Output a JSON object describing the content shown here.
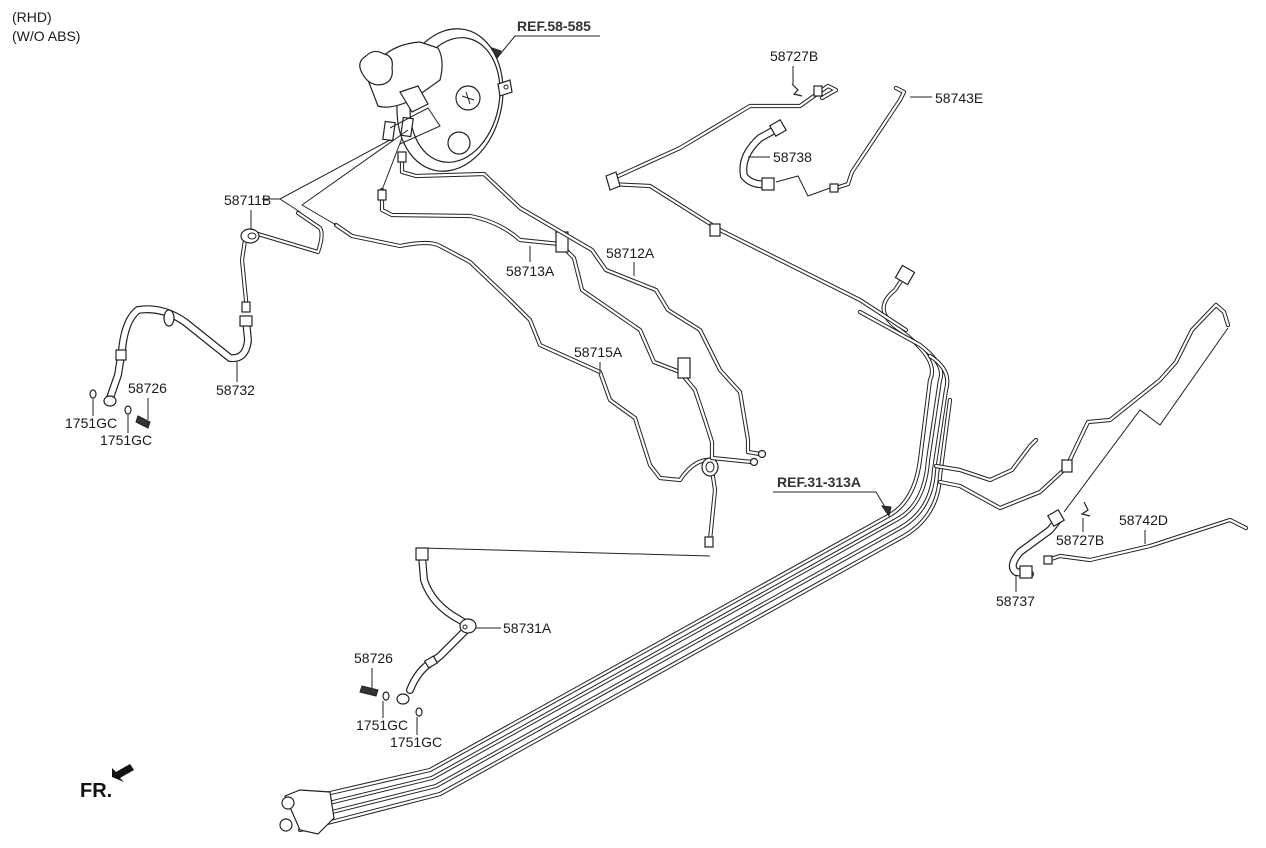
{
  "header_notes": [
    "(RHD)",
    "(W/O ABS)"
  ],
  "references": {
    "booster": "REF.58-585",
    "fuel_line": "REF.31-313A"
  },
  "direction_indicator": {
    "label": "FR.",
    "icon": "front-arrow-icon"
  },
  "parts": [
    {
      "id": "58711B",
      "label": "58711B",
      "description": "brake tube"
    },
    {
      "id": "58712A",
      "label": "58712A",
      "description": "brake tube"
    },
    {
      "id": "58713A",
      "label": "58713A",
      "description": "brake tube"
    },
    {
      "id": "58715A",
      "label": "58715A",
      "description": "brake tube"
    },
    {
      "id": "58732",
      "label": "58732",
      "description": "front brake hose"
    },
    {
      "id": "58731A",
      "label": "58731A",
      "description": "front brake hose"
    },
    {
      "id": "58726_a",
      "label": "58726",
      "description": "banjo bolt"
    },
    {
      "id": "58726_b",
      "label": "58726",
      "description": "banjo bolt"
    },
    {
      "id": "1751GC_a",
      "label": "1751GC",
      "description": "gasket"
    },
    {
      "id": "1751GC_b",
      "label": "1751GC",
      "description": "gasket"
    },
    {
      "id": "1751GC_c",
      "label": "1751GC",
      "description": "gasket"
    },
    {
      "id": "1751GC_d",
      "label": "1751GC",
      "description": "gasket"
    },
    {
      "id": "58727B_a",
      "label": "58727B",
      "description": "clip"
    },
    {
      "id": "58727B_b",
      "label": "58727B",
      "description": "clip"
    },
    {
      "id": "58738",
      "label": "58738",
      "description": "rear brake hose"
    },
    {
      "id": "58743E",
      "label": "58743E",
      "description": "brake tube"
    },
    {
      "id": "58737",
      "label": "58737",
      "description": "rear brake hose"
    },
    {
      "id": "58742D",
      "label": "58742D",
      "description": "brake tube"
    }
  ]
}
